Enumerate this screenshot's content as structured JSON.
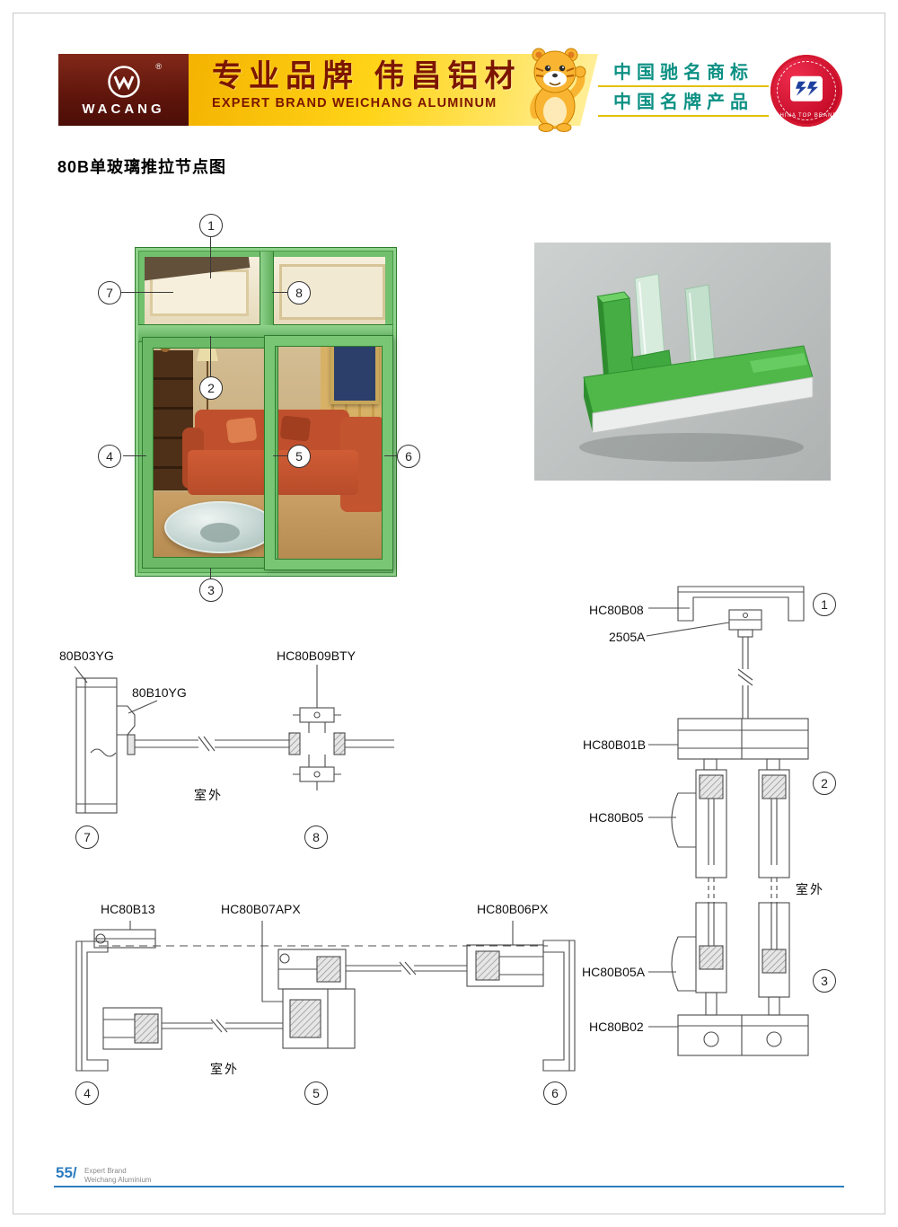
{
  "header": {
    "logo_text": "WACANG",
    "logo_reg": "®",
    "banner_cn": "专业品牌  伟昌铝材",
    "banner_en": "EXPERT BRAND WEICHANG ALUMINUM",
    "badge_line1": "中国驰名商标",
    "badge_line2": "中国名牌产品",
    "seal_caption": "CHINA TOP BRAND"
  },
  "page_title": "80B单玻璃推拉节点图",
  "callouts": {
    "n1": "1",
    "n2": "2",
    "n3": "3",
    "n4": "4",
    "n5": "5",
    "n6": "6",
    "n7": "7",
    "n8": "8"
  },
  "labels": {
    "outdoor": "室外"
  },
  "parts": {
    "b03yg": "80B03YG",
    "b10yg": "80B10YG",
    "hc09bty": "HC80B09BTY",
    "hc08": "HC80B08",
    "a2505": "2505A",
    "hc01b": "HC80B01B",
    "hc05": "HC80B05",
    "hc05a": "HC80B05A",
    "hc02": "HC80B02",
    "hc13": "HC80B13",
    "hc07apx": "HC80B07APX",
    "hc06px": "HC80B06PX"
  },
  "footer": {
    "page_number": "55/",
    "footer_line1": "Expert Brand",
    "footer_line2": "Weichang Aluminium"
  }
}
